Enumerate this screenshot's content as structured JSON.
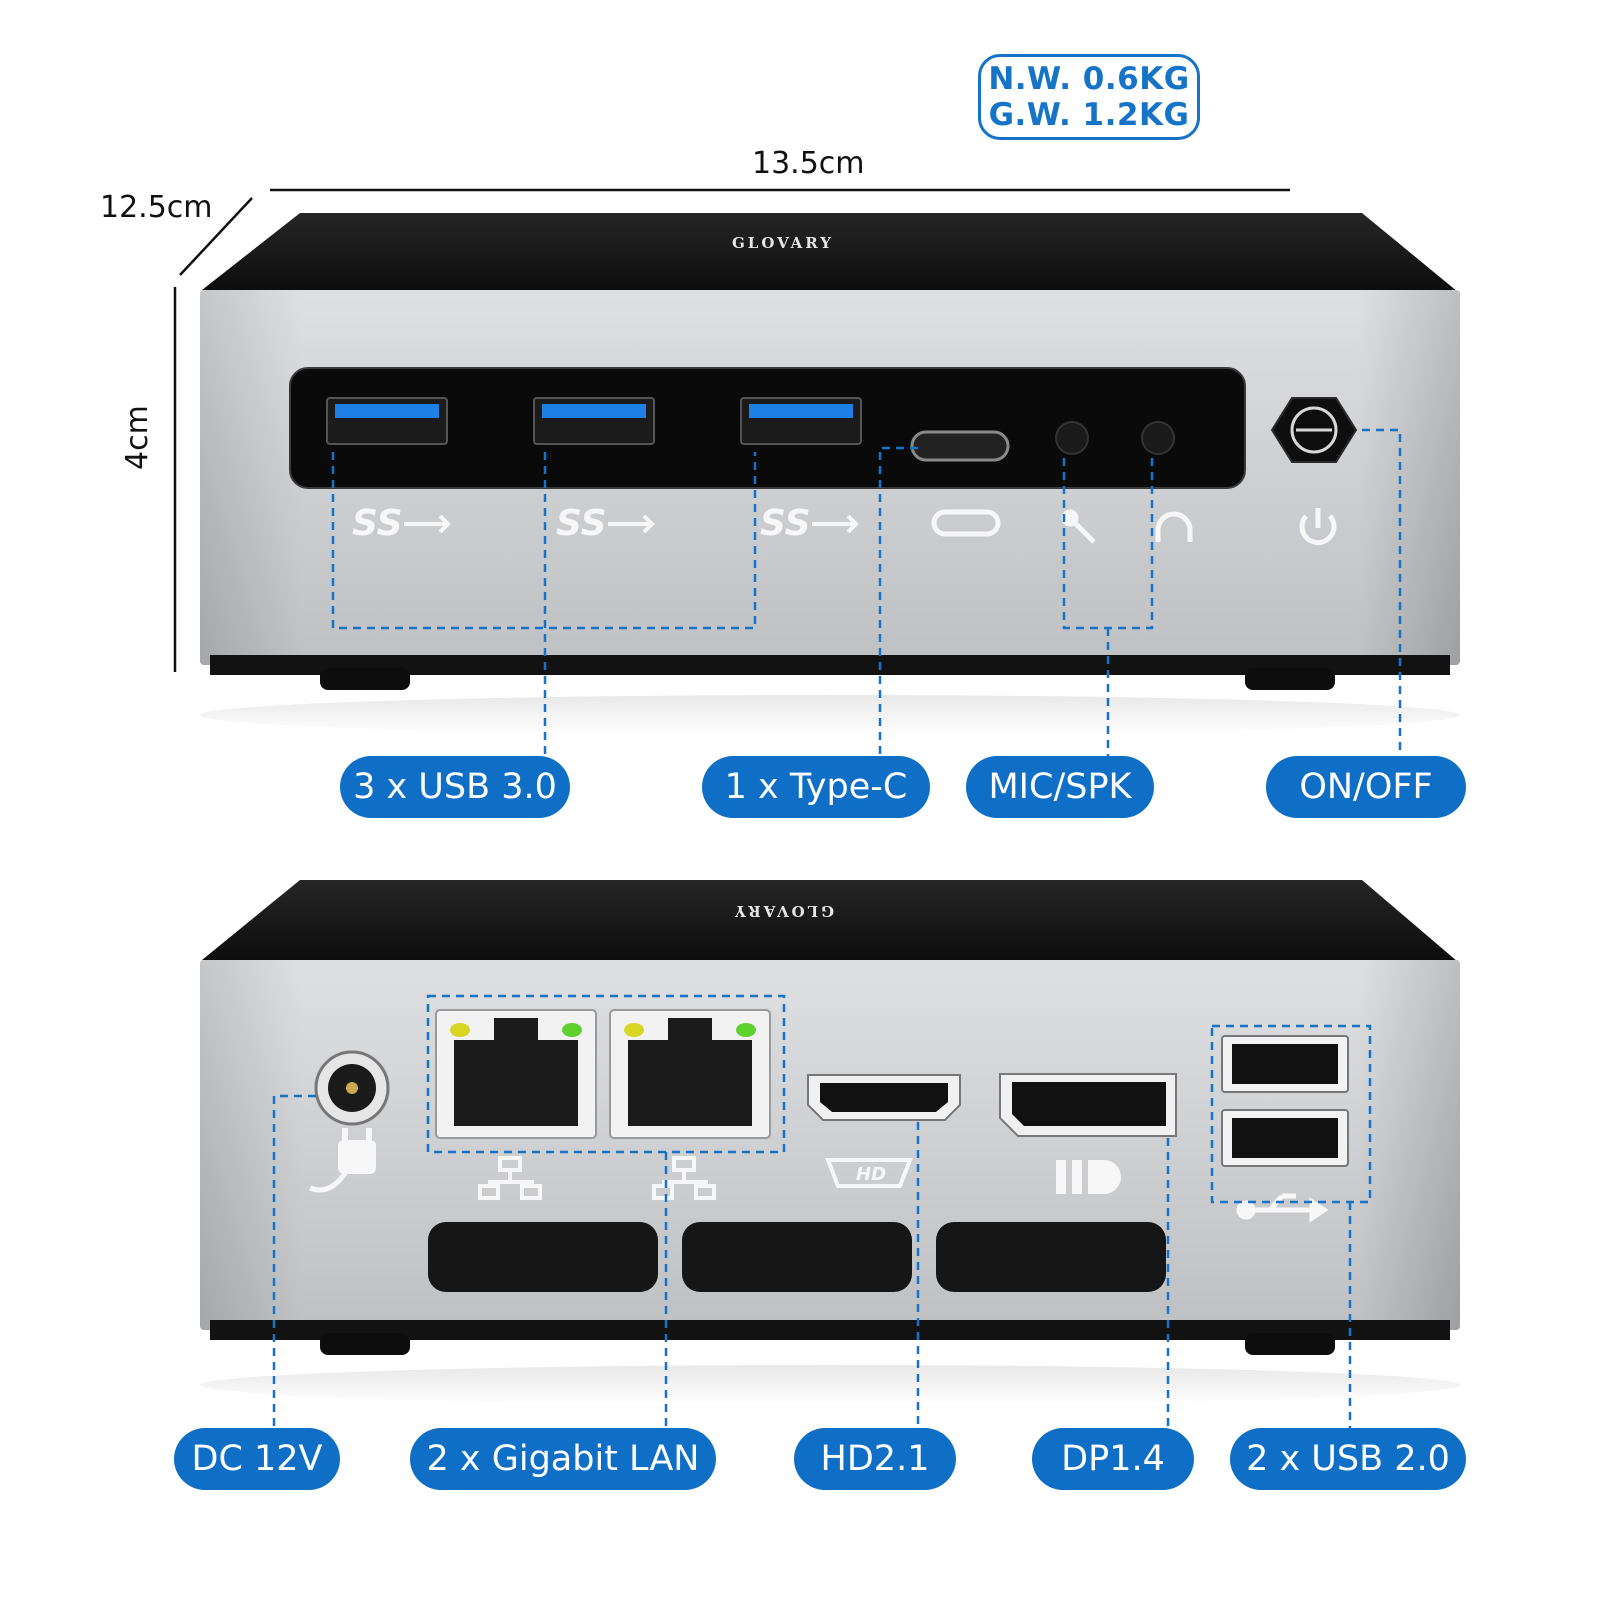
{
  "weight": {
    "net": "N.W. 0.6KG",
    "gross": "G.W. 1.2KG"
  },
  "dimensions": {
    "width": "13.5cm",
    "depth": "12.5cm",
    "height": "4cm"
  },
  "brand": "GLOVARY",
  "front_labels": {
    "usb3": "3 x USB 3.0",
    "typec": "1 x Type-C",
    "micspk": "MIC/SPK",
    "onoff": "ON/OFF"
  },
  "back_labels": {
    "dc": "DC 12V",
    "lan": "2 x Gigabit LAN",
    "hd": "HD2.1",
    "dp": "DP1.4",
    "usb2": "2 x USB 2.0"
  },
  "port_marks": {
    "ss": "SS",
    "hd": "HD"
  },
  "colors": {
    "accent": "#0f6fc6",
    "chassis_top": "#141414",
    "chassis_front": "#c9cacc",
    "usb3_insert": "#1e7fe6"
  }
}
